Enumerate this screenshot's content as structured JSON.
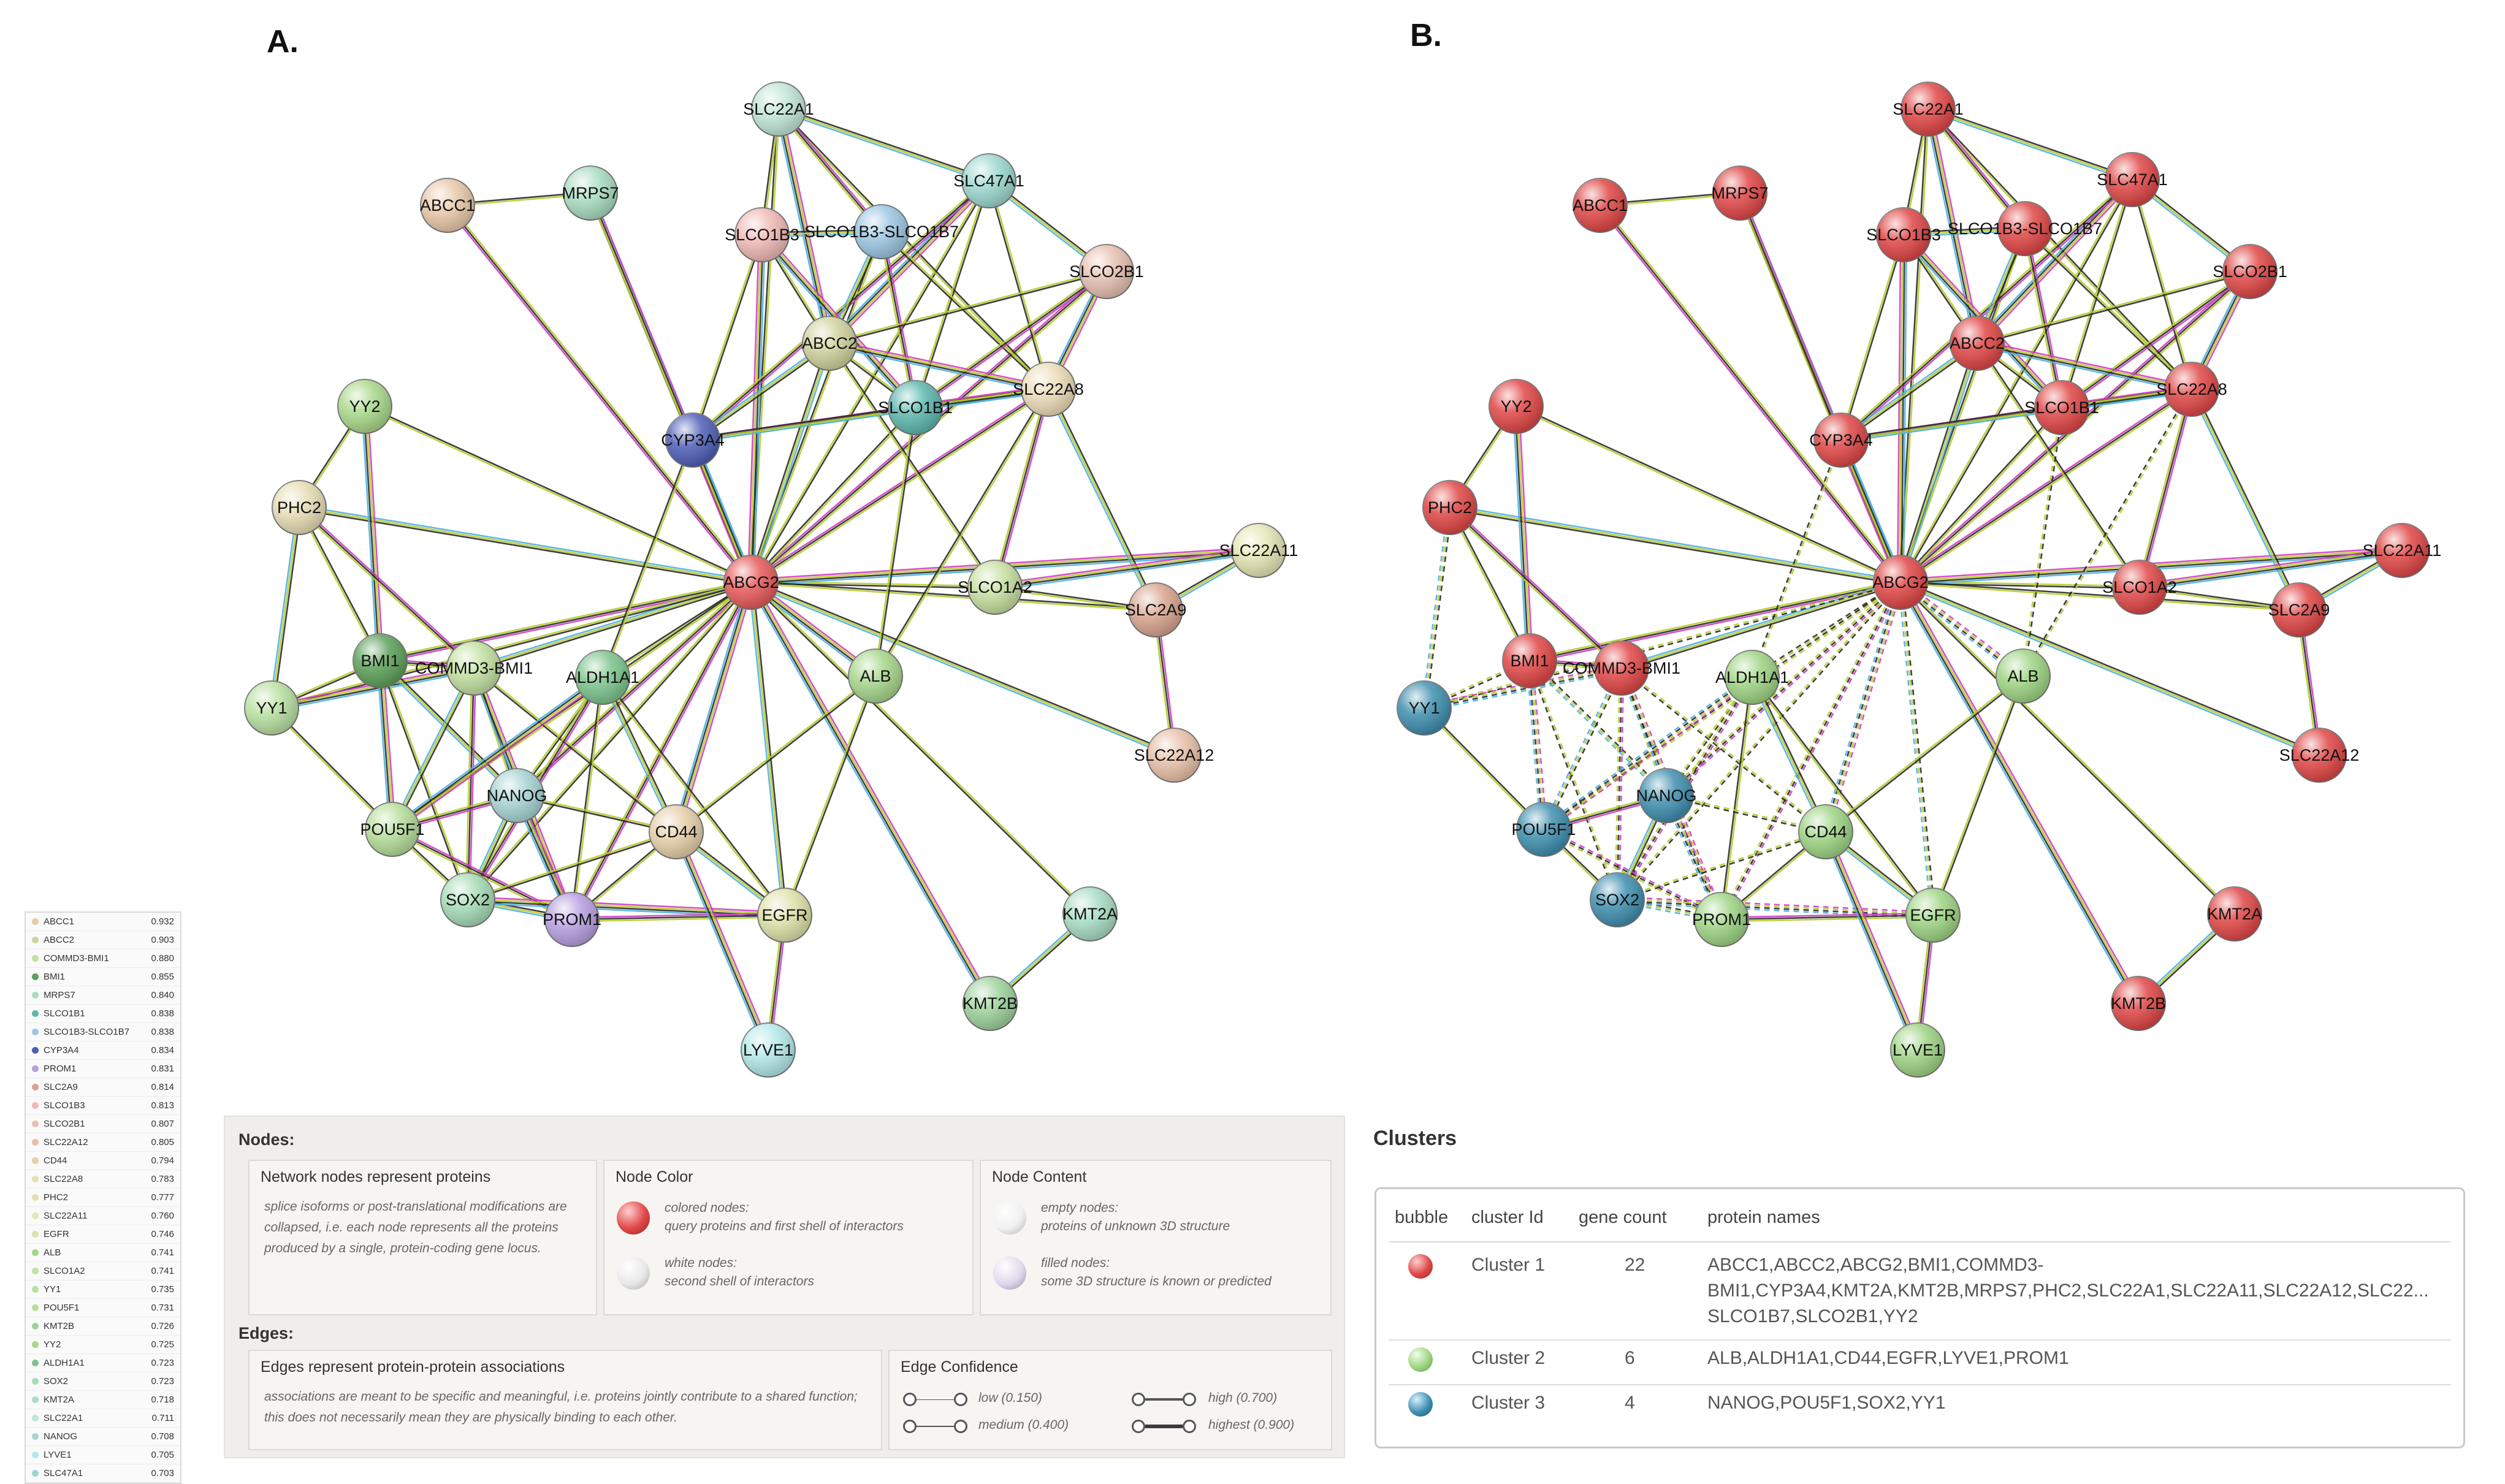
{
  "panels": {
    "a_label": "A.",
    "b_label": "B."
  },
  "nodes": [
    "SLC22A1",
    "ABCC1",
    "MRPS7",
    "SLC47A1",
    "SLCO1B3",
    "SLCO1B3-SLCO1B7",
    "SLCO2B1",
    "ABCC2",
    "YY2",
    "CYP3A4",
    "SLCO1B1",
    "SLC22A8",
    "PHC2",
    "ABCG2",
    "SLCO1A2",
    "SLC22A11",
    "SLC2A9",
    "BMI1",
    "COMMD3-BMI1",
    "ALDH1A1",
    "ALB",
    "YY1",
    "NANOG",
    "SLC22A12",
    "POU5F1",
    "CD44",
    "SOX2",
    "PROM1",
    "EGFR",
    "KMT2A",
    "KMT2B",
    "LYVE1"
  ],
  "panel_a_colors": {
    "SLC22A1": "#bfe6d6",
    "ABCC1": "#e8c8a8",
    "MRPS7": "#a9dcc0",
    "SLC47A1": "#9cd8cf",
    "SLCO1B3": "#efb9b5",
    "SLCO1B3-SLCO1B7": "#9cc7e2",
    "SLCO2B1": "#e6c0b0",
    "ABCC2": "#cfd29c",
    "YY2": "#a9d88a",
    "CYP3A4": "#4f5fb8",
    "SLCO1B1": "#5eb8b0",
    "SLC22A8": "#ecdcb8",
    "PHC2": "#e7dcb4",
    "ABCG2": "#e85a5a",
    "SLCO1A2": "#c7dfa0",
    "SLC22A11": "#e5e5b5",
    "SLC2A9": "#d9a48e",
    "BMI1": "#5da05a",
    "COMMD3-BMI1": "#c3e0a0",
    "ALDH1A1": "#7cc48c",
    "ALB": "#a6d68a",
    "YY1": "#b8e0a0",
    "NANOG": "#a8d4d4",
    "SLC22A12": "#e8c0a8",
    "POU5F1": "#b6dd9a",
    "CD44": "#e6cfa8",
    "SOX2": "#a6dcb6",
    "PROM1": "#b8a0e0",
    "EGFR": "#dde2a8",
    "KMT2A": "#a8ddc4",
    "KMT2B": "#9ed29c",
    "LYVE1": "#b4e8ea"
  },
  "panel_b_clusters": {
    "SLC22A1": "red",
    "ABCC1": "red",
    "MRPS7": "red",
    "SLC47A1": "red",
    "SLCO1B3": "red",
    "SLCO1B3-SLCO1B7": "red",
    "SLCO2B1": "red",
    "ABCC2": "red",
    "YY2": "red",
    "CYP3A4": "red",
    "SLCO1B1": "red",
    "SLC22A8": "red",
    "PHC2": "red",
    "ABCG2": "red",
    "SLCO1A2": "red",
    "SLC22A11": "red",
    "SLC2A9": "red",
    "BMI1": "red",
    "COMMD3-BMI1": "red",
    "ALDH1A1": "green",
    "ALB": "green",
    "YY1": "blue",
    "NANOG": "blue",
    "SLC22A12": "red",
    "POU5F1": "blue",
    "CD44": "green",
    "SOX2": "blue",
    "PROM1": "green",
    "EGFR": "green",
    "KMT2A": "red",
    "KMT2B": "red",
    "LYVE1": "green"
  },
  "cluster_colors": {
    "red": "#e04646",
    "green": "#9ed483",
    "blue": "#3f8fb0"
  },
  "edges": [
    [
      "ABCG2",
      "SLC22A1"
    ],
    [
      "ABCG2",
      "ABCC1"
    ],
    [
      "ABCG2",
      "MRPS7"
    ],
    [
      "ABCG2",
      "SLC47A1"
    ],
    [
      "ABCG2",
      "SLCO1B3"
    ],
    [
      "ABCG2",
      "SLCO1B3-SLCO1B7"
    ],
    [
      "ABCG2",
      "SLCO2B1"
    ],
    [
      "ABCG2",
      "ABCC2"
    ],
    [
      "ABCG2",
      "YY2"
    ],
    [
      "ABCG2",
      "CYP3A4"
    ],
    [
      "ABCG2",
      "SLCO1B1"
    ],
    [
      "ABCG2",
      "SLC22A8"
    ],
    [
      "ABCG2",
      "PHC2"
    ],
    [
      "ABCG2",
      "SLCO1A2"
    ],
    [
      "ABCG2",
      "SLC22A11"
    ],
    [
      "ABCG2",
      "SLC2A9"
    ],
    [
      "ABCG2",
      "BMI1"
    ],
    [
      "ABCG2",
      "COMMD3-BMI1"
    ],
    [
      "ABCG2",
      "ALDH1A1"
    ],
    [
      "ABCG2",
      "ALB"
    ],
    [
      "ABCG2",
      "YY1"
    ],
    [
      "ABCG2",
      "NANOG"
    ],
    [
      "ABCG2",
      "SLC22A12"
    ],
    [
      "ABCG2",
      "POU5F1"
    ],
    [
      "ABCG2",
      "CD44"
    ],
    [
      "ABCG2",
      "SOX2"
    ],
    [
      "ABCG2",
      "PROM1"
    ],
    [
      "ABCG2",
      "EGFR"
    ],
    [
      "ABCG2",
      "KMT2A"
    ],
    [
      "ABCG2",
      "KMT2B"
    ],
    [
      "ABCC1",
      "MRPS7"
    ],
    [
      "MRPS7",
      "CYP3A4"
    ],
    [
      "SLC22A1",
      "SLC47A1"
    ],
    [
      "SLC22A1",
      "SLCO1B3"
    ],
    [
      "SLC22A1",
      "ABCC2"
    ],
    [
      "SLC22A1",
      "SLC22A8"
    ],
    [
      "SLC22A1",
      "SLCO1B3-SLCO1B7"
    ],
    [
      "SLC47A1",
      "SLCO2B1"
    ],
    [
      "SLC47A1",
      "SLC22A8"
    ],
    [
      "SLC47A1",
      "ABCC2"
    ],
    [
      "SLC47A1",
      "SLCO1B1"
    ],
    [
      "SLC47A1",
      "CYP3A4"
    ],
    [
      "SLCO1B3",
      "SLCO1B3-SLCO1B7"
    ],
    [
      "SLCO1B3",
      "ABCC2"
    ],
    [
      "SLCO1B3",
      "SLCO1B1"
    ],
    [
      "SLCO1B3",
      "CYP3A4"
    ],
    [
      "SLCO1B3-SLCO1B7",
      "SLCO1B1"
    ],
    [
      "SLCO1B3-SLCO1B7",
      "ABCC2"
    ],
    [
      "SLCO1B3-SLCO1B7",
      "SLC22A8"
    ],
    [
      "SLCO2B1",
      "SLC22A8"
    ],
    [
      "SLCO2B1",
      "ABCC2"
    ],
    [
      "SLCO2B1",
      "SLCO1B1"
    ],
    [
      "ABCC2",
      "CYP3A4"
    ],
    [
      "ABCC2",
      "SLCO1B1"
    ],
    [
      "ABCC2",
      "SLC22A8"
    ],
    [
      "ABCC2",
      "SLCO1A2"
    ],
    [
      "CYP3A4",
      "SLCO1B1"
    ],
    [
      "CYP3A4",
      "SLC22A8"
    ],
    [
      "CYP3A4",
      "ALDH1A1"
    ],
    [
      "SLCO1B1",
      "SLC22A8"
    ],
    [
      "SLCO1B1",
      "ALB"
    ],
    [
      "SLC22A8",
      "SLCO1A2"
    ],
    [
      "SLC22A8",
      "SLC2A9"
    ],
    [
      "SLC22A8",
      "ALB"
    ],
    [
      "SLCO1A2",
      "SLC22A11"
    ],
    [
      "SLCO1A2",
      "SLC2A9"
    ],
    [
      "SLC2A9",
      "SLC22A12"
    ],
    [
      "SLC2A9",
      "SLC22A11"
    ],
    [
      "YY2",
      "PHC2"
    ],
    [
      "YY2",
      "BMI1"
    ],
    [
      "PHC2",
      "BMI1"
    ],
    [
      "PHC2",
      "COMMD3-BMI1"
    ],
    [
      "PHC2",
      "YY1"
    ],
    [
      "YY1",
      "BMI1"
    ],
    [
      "YY1",
      "COMMD3-BMI1"
    ],
    [
      "YY1",
      "POU5F1"
    ],
    [
      "BMI1",
      "COMMD3-BMI1"
    ],
    [
      "BMI1",
      "NANOG"
    ],
    [
      "BMI1",
      "SOX2"
    ],
    [
      "BMI1",
      "POU5F1"
    ],
    [
      "COMMD3-BMI1",
      "NANOG"
    ],
    [
      "COMMD3-BMI1",
      "SOX2"
    ],
    [
      "COMMD3-BMI1",
      "POU5F1"
    ],
    [
      "COMMD3-BMI1",
      "CD44"
    ],
    [
      "COMMD3-BMI1",
      "PROM1"
    ],
    [
      "ALDH1A1",
      "NANOG"
    ],
    [
      "ALDH1A1",
      "SOX2"
    ],
    [
      "ALDH1A1",
      "CD44"
    ],
    [
      "ALDH1A1",
      "PROM1"
    ],
    [
      "ALDH1A1",
      "POU5F1"
    ],
    [
      "ALDH1A1",
      "EGFR"
    ],
    [
      "NANOG",
      "POU5F1"
    ],
    [
      "NANOG",
      "SOX2"
    ],
    [
      "NANOG",
      "CD44"
    ],
    [
      "NANOG",
      "PROM1"
    ],
    [
      "POU5F1",
      "SOX2"
    ],
    [
      "POU5F1",
      "PROM1"
    ],
    [
      "SOX2",
      "PROM1"
    ],
    [
      "SOX2",
      "CD44"
    ],
    [
      "SOX2",
      "EGFR"
    ],
    [
      "PROM1",
      "CD44"
    ],
    [
      "PROM1",
      "EGFR"
    ],
    [
      "CD44",
      "EGFR"
    ],
    [
      "CD44",
      "ALB"
    ],
    [
      "CD44",
      "LYVE1"
    ],
    [
      "ALB",
      "EGFR"
    ],
    [
      "EGFR",
      "LYVE1"
    ],
    [
      "KMT2A",
      "KMT2B"
    ]
  ],
  "scores_table": [
    {
      "name": "ABCC1",
      "score": "0.932",
      "color": "#e8c8a8"
    },
    {
      "name": "ABCC2",
      "score": "0.903",
      "color": "#cfd29c"
    },
    {
      "name": "COMMD3-BMI1",
      "score": "0.880",
      "color": "#c3e0a0"
    },
    {
      "name": "BMI1",
      "score": "0.855",
      "color": "#5da05a"
    },
    {
      "name": "MRPS7",
      "score": "0.840",
      "color": "#a9dcc0"
    },
    {
      "name": "SLCO1B1",
      "score": "0.838",
      "color": "#5eb8b0"
    },
    {
      "name": "SLCO1B3-SLCO1B7",
      "score": "0.838",
      "color": "#9cc7e2"
    },
    {
      "name": "CYP3A4",
      "score": "0.834",
      "color": "#4f5fb8"
    },
    {
      "name": "PROM1",
      "score": "0.831",
      "color": "#b8a0e0"
    },
    {
      "name": "SLC2A9",
      "score": "0.814",
      "color": "#d9a48e"
    },
    {
      "name": "SLCO1B3",
      "score": "0.813",
      "color": "#efb9b5"
    },
    {
      "name": "SLCO2B1",
      "score": "0.807",
      "color": "#e6c0b0"
    },
    {
      "name": "SLC22A12",
      "score": "0.805",
      "color": "#e8c0a8"
    },
    {
      "name": "CD44",
      "score": "0.794",
      "color": "#e6cfa8"
    },
    {
      "name": "SLC22A8",
      "score": "0.783",
      "color": "#ecdcb8"
    },
    {
      "name": "PHC2",
      "score": "0.777",
      "color": "#e7dcb4"
    },
    {
      "name": "SLC22A11",
      "score": "0.760",
      "color": "#e5e5b5"
    },
    {
      "name": "EGFR",
      "score": "0.746",
      "color": "#dde2a8"
    },
    {
      "name": "ALB",
      "score": "0.741",
      "color": "#a6d68a"
    },
    {
      "name": "SLCO1A2",
      "score": "0.741",
      "color": "#c7dfa0"
    },
    {
      "name": "YY1",
      "score": "0.735",
      "color": "#b8e0a0"
    },
    {
      "name": "POU5F1",
      "score": "0.731",
      "color": "#b6dd9a"
    },
    {
      "name": "KMT2B",
      "score": "0.726",
      "color": "#9ed29c"
    },
    {
      "name": "YY2",
      "score": "0.725",
      "color": "#a9d88a"
    },
    {
      "name": "ALDH1A1",
      "score": "0.723",
      "color": "#7cc48c"
    },
    {
      "name": "SOX2",
      "score": "0.723",
      "color": "#a6dcb6"
    },
    {
      "name": "KMT2A",
      "score": "0.718",
      "color": "#a8ddc4"
    },
    {
      "name": "SLC22A1",
      "score": "0.711",
      "color": "#bfe6d6"
    },
    {
      "name": "NANOG",
      "score": "0.708",
      "color": "#a8d4d4"
    },
    {
      "name": "LYVE1",
      "score": "0.705",
      "color": "#b4e8ea"
    },
    {
      "name": "SLC47A1",
      "score": "0.703",
      "color": "#9cd8cf"
    }
  ],
  "legend": {
    "nodes_heading": "Nodes:",
    "edges_heading": "Edges:",
    "box1_title": "Network nodes represent proteins",
    "box1_text": "splice isoforms or post-translational modifications are collapsed, i.e. each node represents all the proteins produced by a single, protein-coding gene locus.",
    "box2_title": "Node Color",
    "colored_nodes": "colored nodes:",
    "colored_desc": "query proteins and first shell of interactors",
    "white_nodes": "white nodes:",
    "white_desc": "second shell of interactors",
    "box3_title": "Node Content",
    "empty_nodes": "empty nodes:",
    "empty_desc": "proteins of unknown 3D structure",
    "filled_nodes": "filled nodes:",
    "filled_desc": "some 3D structure is known or predicted",
    "box4_title": "Edges represent protein-protein associations",
    "box4_text": "associations are meant to be specific and meaningful, i.e. proteins jointly contribute to a shared function; this does not necessarily mean they are physically binding to each other.",
    "box5_title": "Edge Confidence",
    "low": "low (0.150)",
    "medium": "medium (0.400)",
    "high": "high (0.700)",
    "highest": "highest (0.900)"
  },
  "clusters": {
    "title": "Clusters",
    "headers": {
      "bubble": "bubble",
      "cluster_id": "cluster Id",
      "gene_count": "gene count",
      "protein_names": "protein names"
    },
    "rows": [
      {
        "id": "Cluster 1",
        "count": "22",
        "names_line1": "ABCC1,ABCC2,ABCG2,BMI1,COMMD3-",
        "names_line2": "BMI1,CYP3A4,KMT2A,KMT2B,MRPS7,PHC2,SLC22A1,SLC22A11,SLC22A12,SLC22...",
        "names_line3": "SLCO1B7,SLCO2B1,YY2",
        "color": "#e04646"
      },
      {
        "id": "Cluster 2",
        "count": "6",
        "names_line1": "ALB,ALDH1A1,CD44,EGFR,LYVE1,PROM1",
        "color": "#9ed483"
      },
      {
        "id": "Cluster 3",
        "count": "4",
        "names_line1": "NANOG,POU5F1,SOX2,YY1",
        "color": "#3f8fb0"
      }
    ]
  }
}
